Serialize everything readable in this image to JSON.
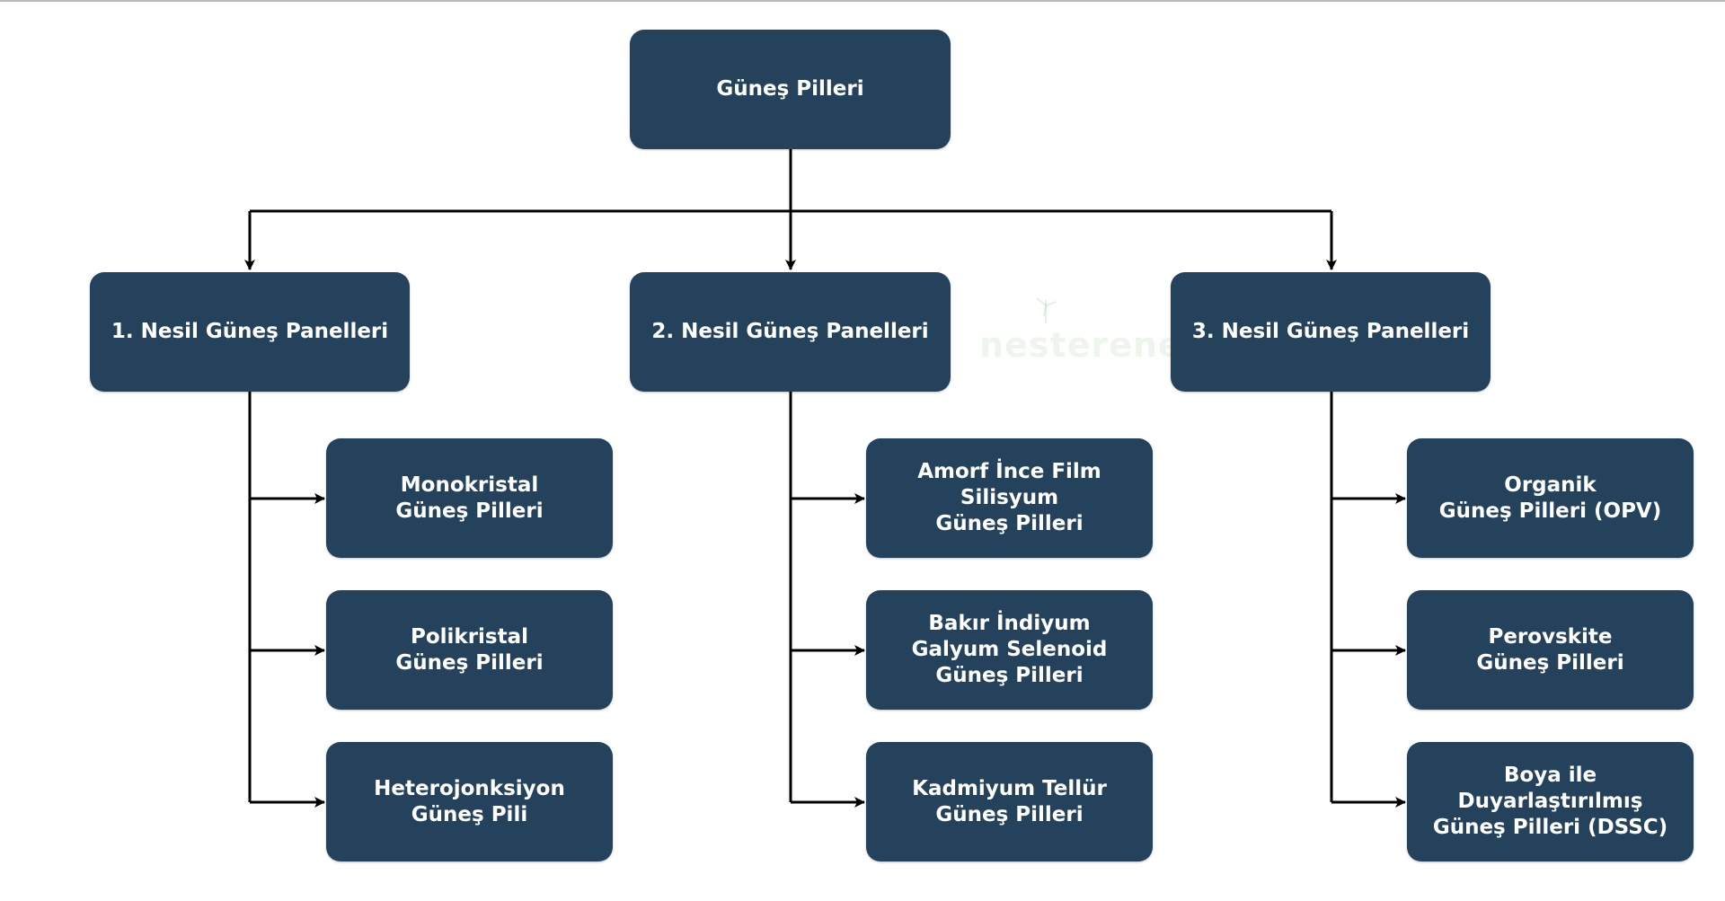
{
  "diagram": {
    "root": {
      "lines": [
        "Güneş Pilleri"
      ]
    },
    "generations": [
      {
        "title": [
          "1. Nesil Güneş Panelleri"
        ],
        "children": [
          {
            "lines": [
              "Monokristal",
              "Güneş Pilleri"
            ]
          },
          {
            "lines": [
              "Polikristal",
              "Güneş Pilleri"
            ]
          },
          {
            "lines": [
              "Heterojonksiyon",
              "Güneş Pili"
            ]
          }
        ]
      },
      {
        "title": [
          "2. Nesil Güneş Panelleri"
        ],
        "children": [
          {
            "lines": [
              "Amorf İnce Film",
              "Silisyum",
              "Güneş Pilleri"
            ]
          },
          {
            "lines": [
              "Bakır İndiyum",
              "Galyum Selenoid",
              "Güneş Pilleri"
            ]
          },
          {
            "lines": [
              "Kadmiyum Tellür",
              "Güneş Pilleri"
            ]
          }
        ]
      },
      {
        "title": [
          "3. Nesil Güneş Panelleri"
        ],
        "children": [
          {
            "lines": [
              "Organik",
              "Güneş Pilleri (OPV)"
            ]
          },
          {
            "lines": [
              "Perovskite",
              "Güneş Pilleri"
            ]
          },
          {
            "lines": [
              "Boya ile",
              "Duyarlaştırılmış",
              "Güneş Pilleri (DSSC)"
            ]
          }
        ]
      }
    ]
  },
  "watermark": "nesterenerji",
  "colors": {
    "box": "#25425d",
    "box_text": "#ffffff",
    "connector": "#000000",
    "background": "#ffffff"
  }
}
